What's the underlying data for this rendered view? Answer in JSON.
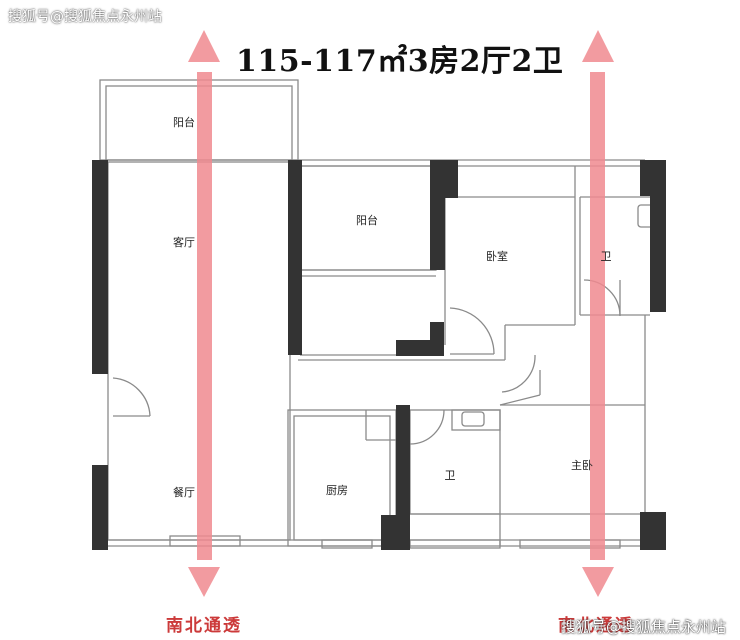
{
  "title": "115-117㎡3房2厅2卫",
  "watermark_top": "搜狐号@搜狐焦点永州站",
  "watermark_bottom": "搜狐号@搜狐焦点永州站",
  "axis_labels": [
    "南北通透",
    "南北通透"
  ],
  "rooms": {
    "balcony_top": "阳台",
    "living_room": "客厅",
    "balcony_mid": "阳台",
    "bedroom": "卧室",
    "bath_right": "卫",
    "dining_room": "餐厅",
    "kitchen": "厨房",
    "bath_mid": "卫",
    "master_bedroom": "主卧"
  },
  "colors": {
    "wall": "#333333",
    "line": "#888888",
    "arrow": "#f08a8f",
    "axis_label": "#cc3a3a"
  }
}
